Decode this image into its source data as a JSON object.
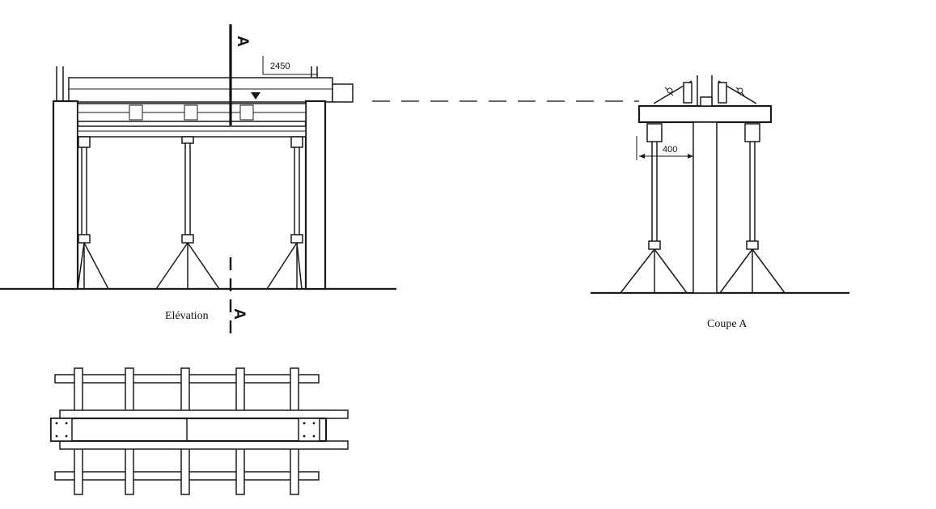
{
  "labels": {
    "elevation": "Elévation",
    "section": "Coupe A",
    "section_mark_top": "A",
    "section_mark_bottom": "A"
  },
  "dimensions": {
    "span": "2450",
    "offset": "400"
  },
  "views": {
    "elevation": {
      "props": 3
    },
    "section": {
      "props": 2
    },
    "plan": {
      "crossbars": 5
    }
  }
}
